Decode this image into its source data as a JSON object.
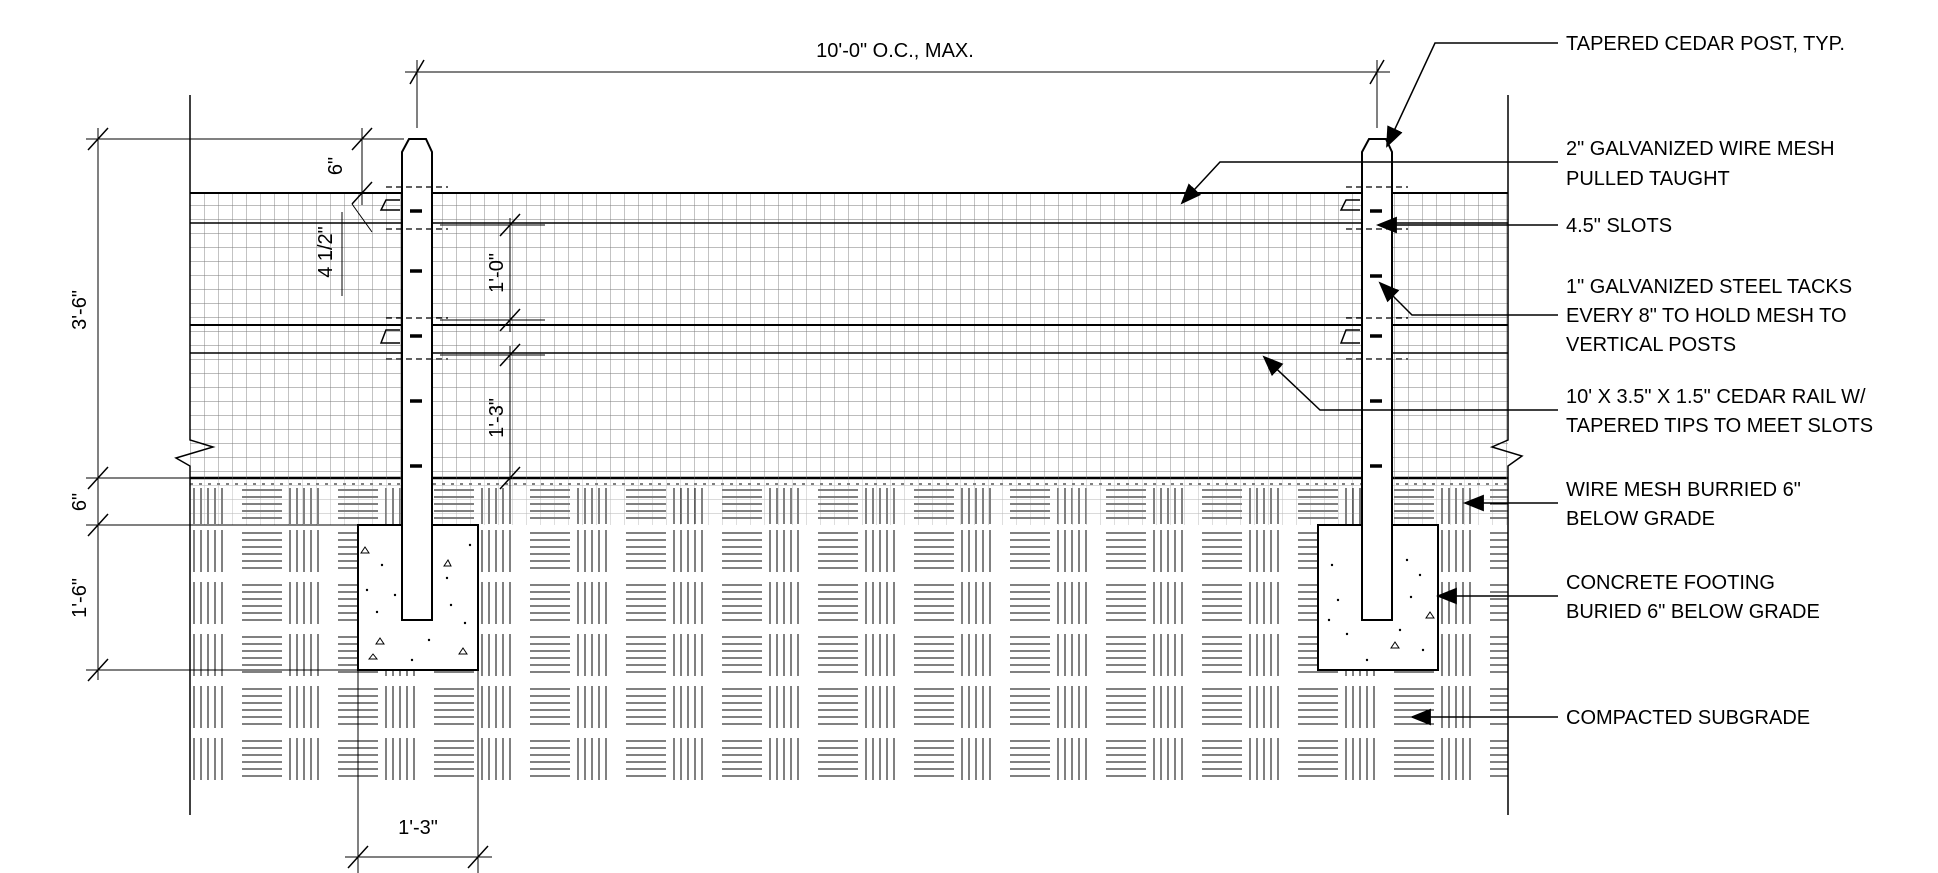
{
  "dimensions": {
    "post_spacing": "10'-0\" O.C., MAX.",
    "post_tip": "6\"",
    "slot_offset": "4 1/2\"",
    "upper_rail_gap": "1'-0\"",
    "lower_rail_gap": "1'-3\"",
    "fence_height": "3'-6\"",
    "mesh_below_grade": "6\"",
    "footing_depth": "1'-6\"",
    "footing_width": "1'-3\""
  },
  "callouts": {
    "post": "TAPERED CEDAR POST, TYP.",
    "mesh_line1": "2\" GALVANIZED WIRE MESH",
    "mesh_line2": "PULLED TAUGHT",
    "slots": "4.5\" SLOTS",
    "tacks_line1": "1\" GALVANIZED STEEL TACKS",
    "tacks_line2": "EVERY 8\" TO HOLD MESH TO",
    "tacks_line3": "VERTICAL POSTS",
    "rail_line1": "10' X 3.5\" X 1.5\" CEDAR RAIL W/",
    "rail_line2": "TAPERED TIPS TO MEET SLOTS",
    "buried_line1": "WIRE MESH BURRIED 6\"",
    "buried_line2": "BELOW GRADE",
    "footing_line1": "CONCRETE FOOTING",
    "footing_line2": "BURIED 6\" BELOW GRADE",
    "subgrade": "COMPACTED SUBGRADE"
  }
}
